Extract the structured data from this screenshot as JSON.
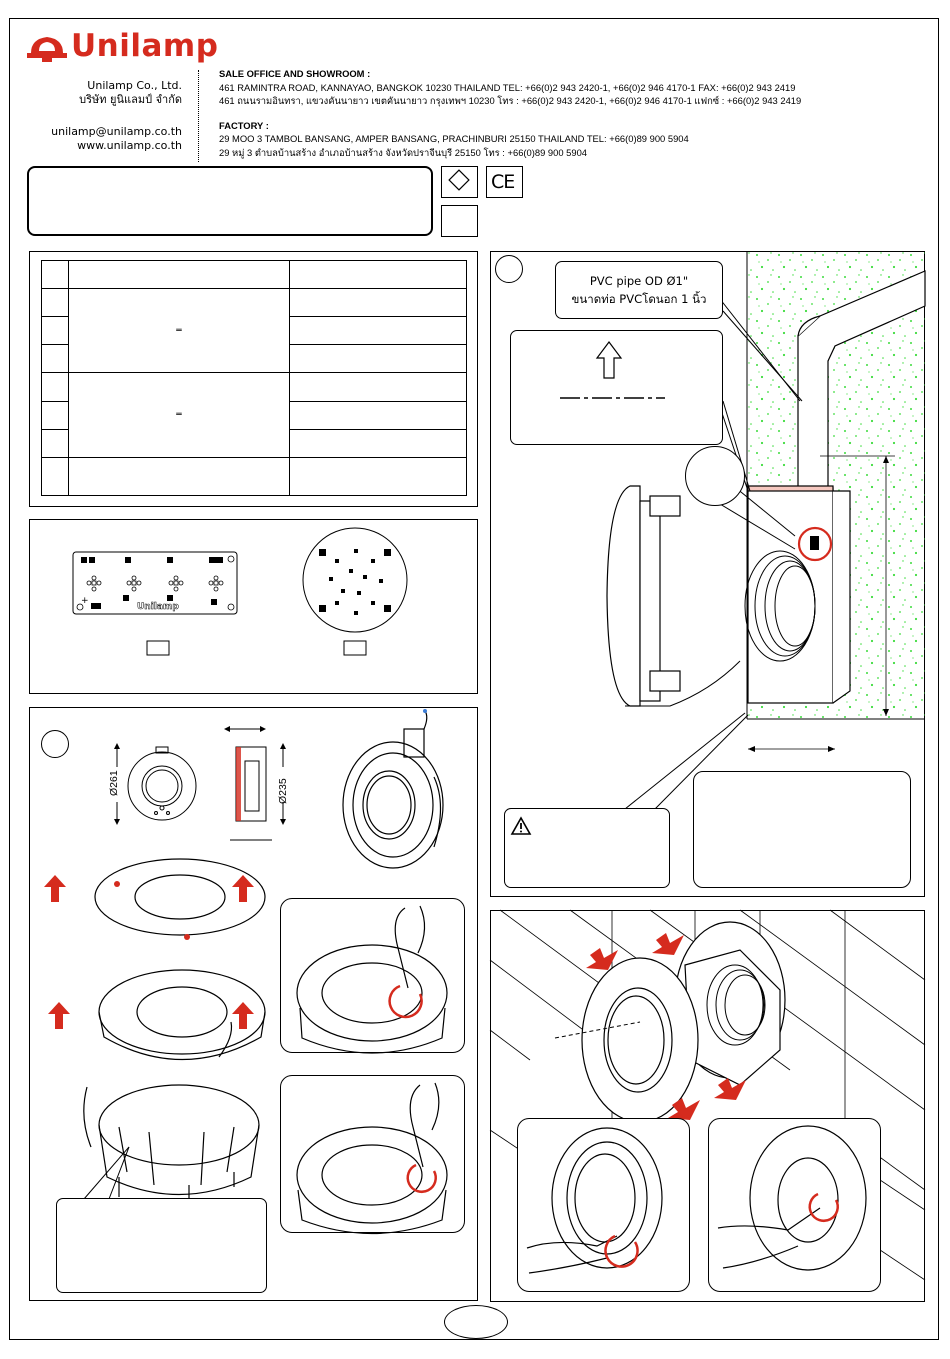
{
  "brand": {
    "name": "Unilamp",
    "color": "#d52b1e"
  },
  "company": {
    "name_en": "Unilamp Co., Ltd.",
    "name_th": "บริษัท ยูนิแลมป์ จำกัด",
    "email": "unilamp@unilamp.co.th",
    "web": "www.unilamp.co.th"
  },
  "sales": {
    "heading": "SALE OFFICE AND SHOWROOM :",
    "line_en": "461 RAMINTRA ROAD, KANNAYAO, BANGKOK 10230 THAILAND TEL: +66(0)2 943 2420-1, +66(0)2 946 4170-1 FAX: +66(0)2 943 2419",
    "line_th": "461 ถนนรามอินทรา, แขวงคันนายาว เขตคันนายาว กรุงเทพฯ 10230 โทร : +66(0)2 943 2420-1, +66(0)2 946 4170-1 แฟกซ์ : +66(0)2 943 2419"
  },
  "factory": {
    "heading": "FACTORY :",
    "line_en": "29 MOO 3 TAMBOL BANSANG, AMPER BANSANG, PRACHINBURI 25150 THAILAND TEL: +66(0)89 900 5904",
    "line_th": "29 หมู่ 3 ตำบลบ้านสร้าง อำเภอบ้านสร้าง จังหวัดปราจีนบุรี 25150 โทร : +66(0)89 900 5904"
  },
  "marks": {
    "ce": "CE"
  },
  "pcb": {
    "brand": "Unilamp"
  },
  "dimensions": {
    "outer": "Ø261",
    "inner": "Ø235"
  },
  "pvc": {
    "en": "PVC pipe OD Ø1\"",
    "th": "ขนาดท่อ PVCโดนอก  1 นิ้ว"
  },
  "icons": {
    "arrows": "#d52b1e",
    "grass": "#3ddc3d"
  }
}
